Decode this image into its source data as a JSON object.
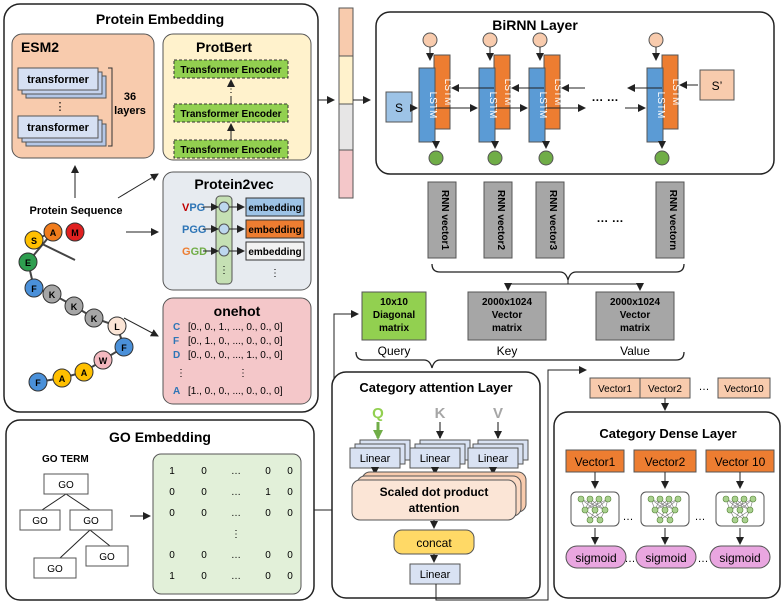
{
  "protein_embedding": {
    "title": "Protein Embedding",
    "esm2": {
      "title": "ESM2",
      "block_top": "transformer",
      "block_bottom": "transformer",
      "dots": "⋮",
      "layers_line1": "36",
      "layers_line2": "layers"
    },
    "protbert": {
      "title": "ProtBert",
      "encoder": "Transformer Encoder",
      "dots": "⋮"
    },
    "protein2vec": {
      "title": "Protein2vec",
      "rows": [
        {
          "first": "V",
          "rest": "PG",
          "emb": "embedding"
        },
        {
          "first": "P",
          "rest": "GG",
          "emb": "embedding"
        },
        {
          "first": "G",
          "rest": "GD",
          "emb": "embedding"
        }
      ],
      "dots": "⋮"
    },
    "sequence_label": "Protein Sequence",
    "beads": [
      "S",
      "A",
      "M",
      "E",
      "F",
      "K",
      "K",
      "K",
      "L",
      "F",
      "W",
      "A",
      "A",
      "F"
    ],
    "onehot": {
      "title": "onehot",
      "rows": [
        {
          "aa": "C",
          "vec": "[0., 0., 1., ..., 0., 0., 0]"
        },
        {
          "aa": "F",
          "vec": "[0., 1., 0., ..., 0., 0., 0]"
        },
        {
          "aa": "D",
          "vec": "[0., 0., 0., ..., 1., 0., 0]"
        },
        {
          "aa": "A",
          "vec": "[1., 0., 0., ..., 0., 0., 0]"
        }
      ],
      "dots": "⋮"
    }
  },
  "birnn": {
    "title": "BiRNN Layer",
    "cell": "LSTM",
    "s_start": "S",
    "s_end": "S’",
    "ellipsis": "…  …",
    "vectors": [
      "RNN vector1",
      "RNN vector2",
      "RNN vector3",
      "RNN vectorn"
    ],
    "vec_ellipsis": "…  …"
  },
  "qkv": {
    "query": {
      "box": [
        "10x10",
        "Diagonal",
        "matrix"
      ],
      "label": "Query"
    },
    "key": {
      "box": [
        "2000x1024",
        "Vector",
        "matrix"
      ],
      "label": "Key"
    },
    "value": {
      "box": [
        "2000x1024",
        "Vector",
        "matrix"
      ],
      "label": "Value"
    }
  },
  "category_attention": {
    "title": "Category attention Layer",
    "q": "Q",
    "k": "K",
    "v": "V",
    "linear": "Linear",
    "sdpa_line1": "Scaled dot product",
    "sdpa_line2": "attention",
    "concat": "concat",
    "linear_out": "Linear"
  },
  "top_vectors": {
    "v1": "Vector1",
    "v2": "Vector2",
    "dots": "…",
    "v10": "Vector10"
  },
  "category_dense": {
    "title": "Category Dense Layer",
    "vectors": [
      "Vector1",
      "Vector2",
      "Vector 10"
    ],
    "sigmoid": "sigmoid",
    "dots": "…"
  },
  "go_embedding": {
    "title": "GO Embedding",
    "go_term": "GO TERM",
    "node": "GO",
    "matrix": [
      [
        "1",
        "0",
        "…",
        "0",
        "0"
      ],
      [
        "0",
        "0",
        "…",
        "1",
        "0"
      ],
      [
        "0",
        "0",
        "…",
        "0",
        "0"
      ],
      [
        "",
        "",
        "⋮",
        "",
        ""
      ],
      [
        "0",
        "0",
        "…",
        "0",
        "0"
      ],
      [
        "1",
        "0",
        "…",
        "0",
        "0"
      ]
    ]
  },
  "colors": {
    "esm_bg": "#f8cbad",
    "protbert_bg": "#fff2cc",
    "encoder": "#92d050",
    "p2v_bg": "#e7ebf0",
    "onehot_bg": "#f4c7c9",
    "lstm_blue": "#5b9bd5",
    "lstm_orange": "#ed7d31",
    "rnn_grey": "#a6a6a6",
    "qbox": "#92d050",
    "concat": "#ffd966",
    "sigmoid": "#e9a6e0",
    "vector_top": "#f8cbad",
    "matrix_bg": "#e2f0d9"
  }
}
